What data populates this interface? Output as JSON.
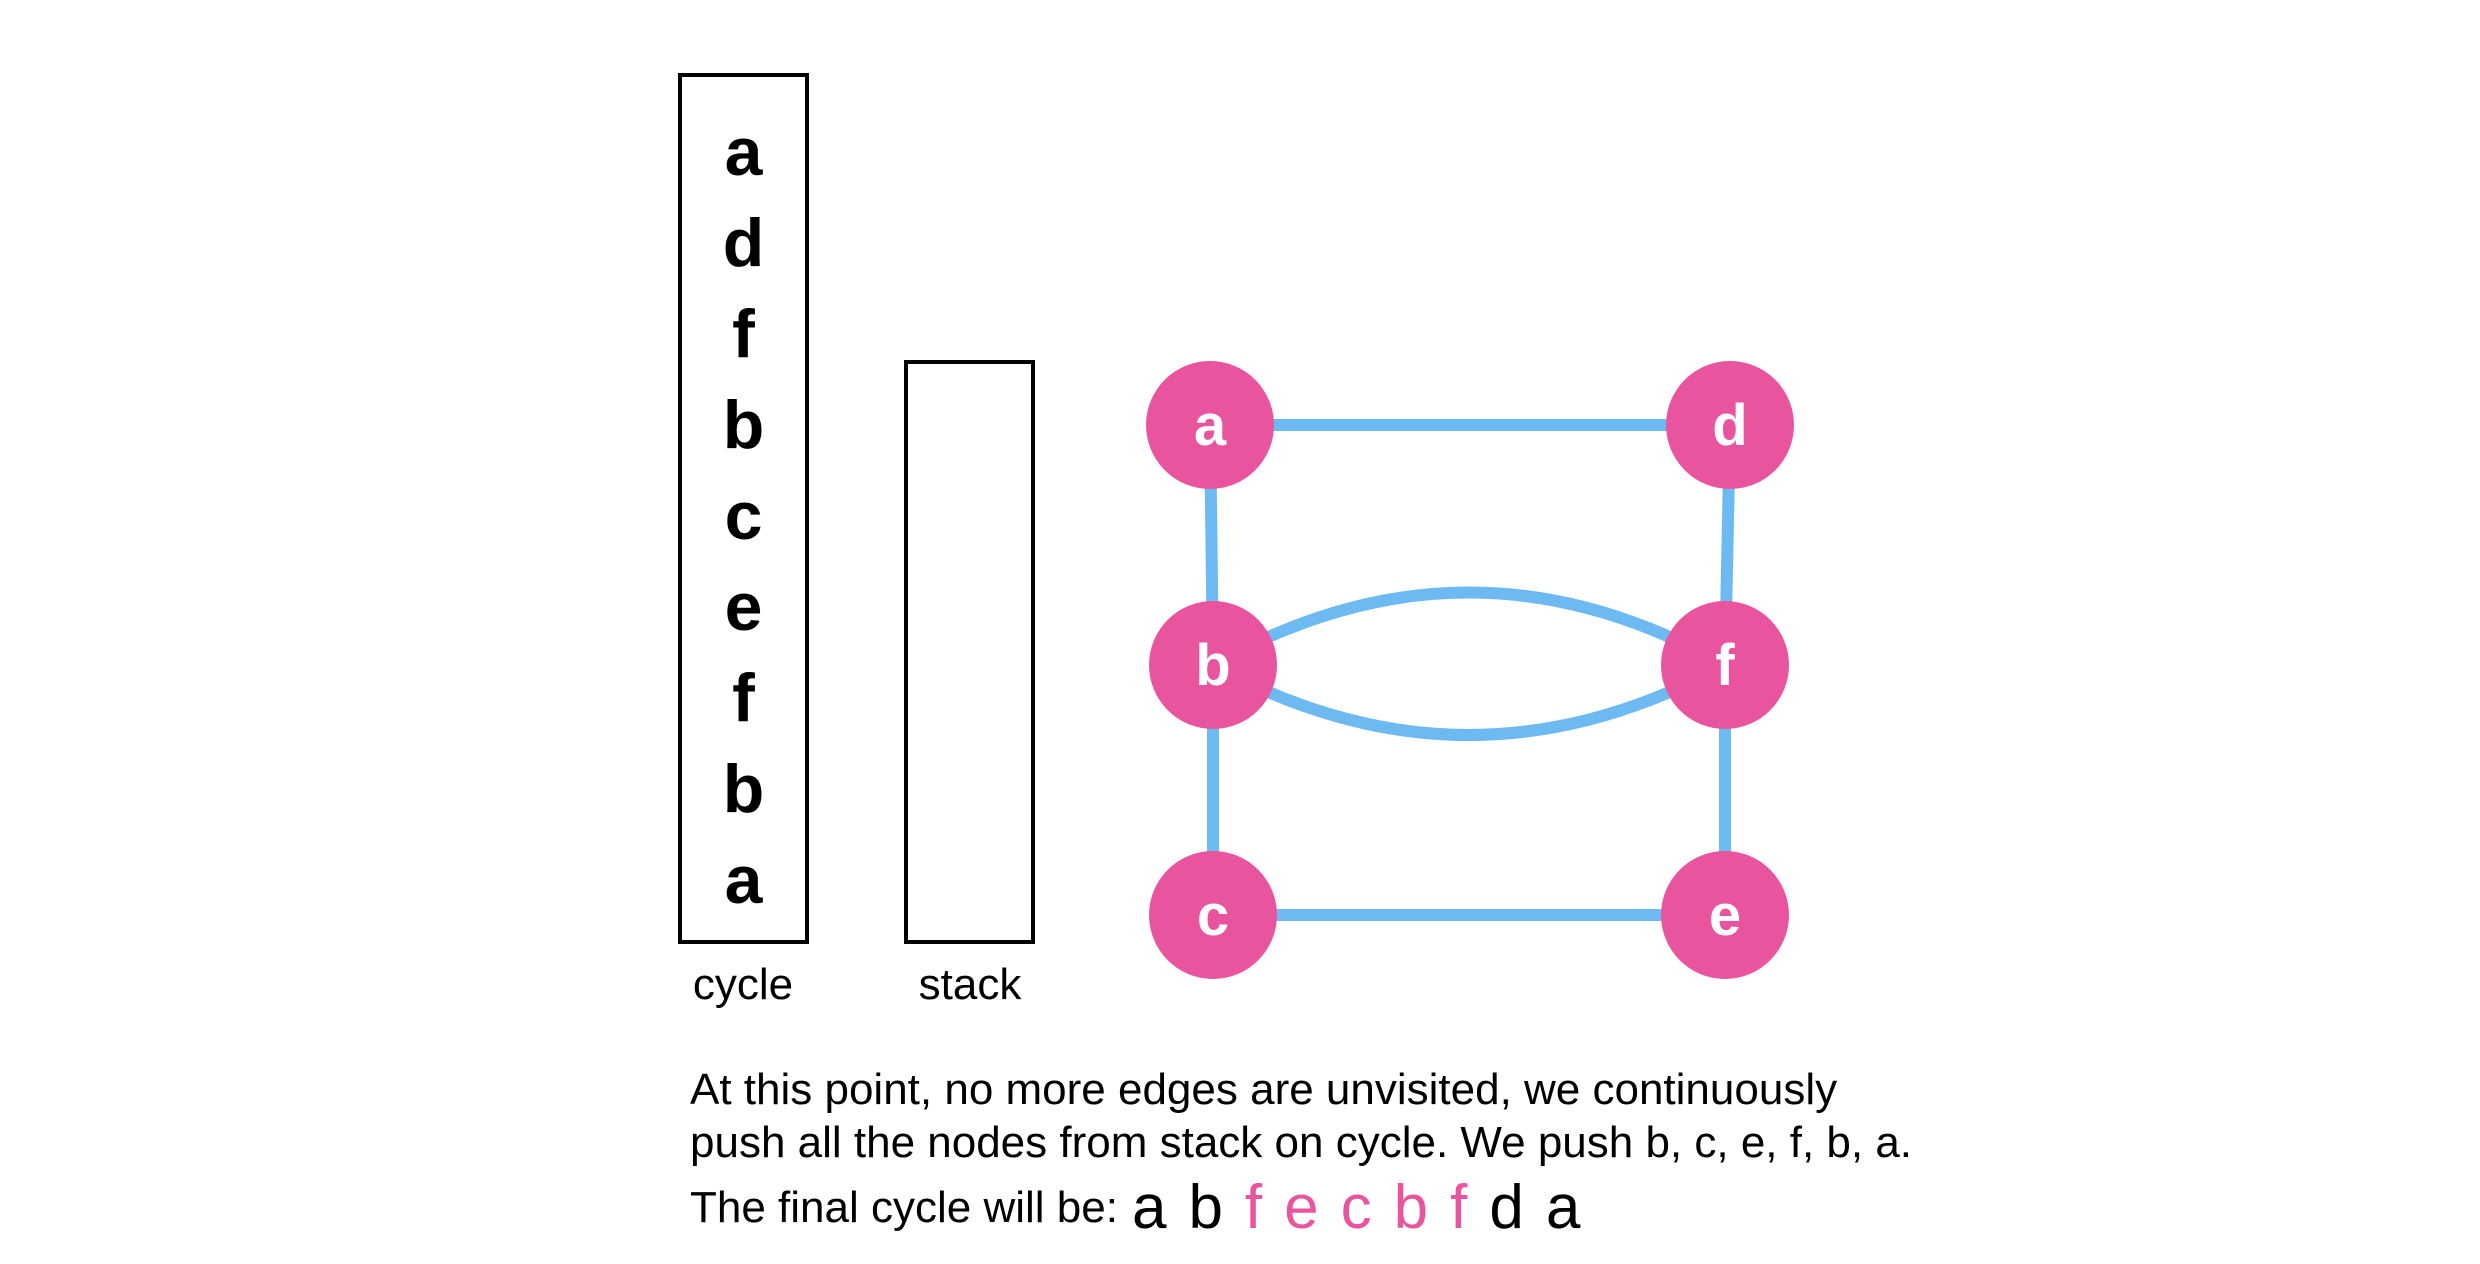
{
  "cycle": {
    "label": "cycle",
    "items": [
      "a",
      "d",
      "f",
      "b",
      "c",
      "e",
      "f",
      "b",
      "a"
    ]
  },
  "stack": {
    "label": "stack",
    "items": []
  },
  "graph": {
    "node_color": "#E8559E",
    "edge_color": "#6DBAF2",
    "nodes": [
      {
        "id": "a",
        "label": "a"
      },
      {
        "id": "d",
        "label": "d"
      },
      {
        "id": "b",
        "label": "b"
      },
      {
        "id": "f",
        "label": "f"
      },
      {
        "id": "c",
        "label": "c"
      },
      {
        "id": "e",
        "label": "e"
      }
    ],
    "edges": [
      {
        "from": "a",
        "to": "d"
      },
      {
        "from": "a",
        "to": "b"
      },
      {
        "from": "d",
        "to": "f"
      },
      {
        "from": "b",
        "to": "f"
      },
      {
        "from": "b",
        "to": "f"
      },
      {
        "from": "b",
        "to": "c"
      },
      {
        "from": "f",
        "to": "e"
      },
      {
        "from": "c",
        "to": "e"
      }
    ]
  },
  "caption": {
    "line1": "At this point, no more edges are unvisited, we continuously",
    "line2": "push all the nodes from stack on cycle. We push b, c, e, f, b, a.",
    "line3_prefix": "The final cycle will be:",
    "sequence": [
      {
        "text": "a",
        "highlight": false
      },
      {
        "text": "b",
        "highlight": false
      },
      {
        "text": "f",
        "highlight": true
      },
      {
        "text": "e",
        "highlight": true
      },
      {
        "text": "c",
        "highlight": true
      },
      {
        "text": "b",
        "highlight": true
      },
      {
        "text": "f",
        "highlight": true
      },
      {
        "text": "d",
        "highlight": false
      },
      {
        "text": "a",
        "highlight": false
      }
    ],
    "highlight_color": "#E8559E"
  }
}
